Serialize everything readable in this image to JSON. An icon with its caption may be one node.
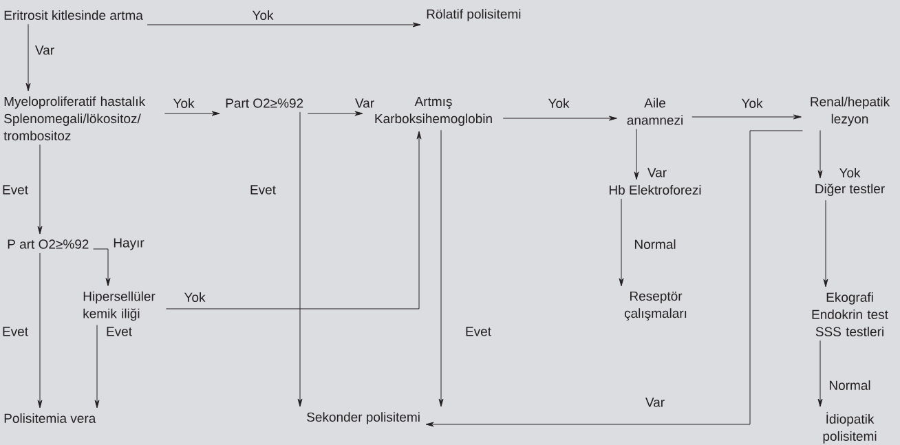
{
  "diagram": {
    "nodes": [
      {
        "text": [
          "Eritrosit kitlesinde artma"
        ]
      },
      {
        "text": [
          "Rölatif polisitemi"
        ]
      },
      {
        "text": [
          "Myeloproliferatif hastalık Splenomegali/lökositoz/ trombositoz"
        ]
      },
      {
        "text": [
          "Part O2≥%92"
        ]
      },
      {
        "text": [
          "Artmış Karboksihemoglobin"
        ]
      },
      {
        "text": [
          "Aile anamnezi"
        ]
      },
      {
        "text": [
          "Renal/hepatik lezyon"
        ]
      },
      {
        "text": [
          "Hb Elektroforezi"
        ]
      },
      {
        "text": [
          "Diğer testler"
        ]
      },
      {
        "text": [
          "P art O2≥%92"
        ]
      },
      {
        "text": [
          "Hipersellüler kemik iliği"
        ]
      },
      {
        "text": [
          "Reseptör çalışmaları"
        ]
      },
      {
        "text": [
          "Ekografi Endokrin test SSS testleri"
        ]
      },
      {
        "text": [
          "Polisitemia vera"
        ]
      },
      {
        "text": [
          "Sekonder polisitemi"
        ]
      },
      {
        "text": [
          "İdiopatik polisitemi"
        ]
      }
    ],
    "edges": [
      {
        "from": 0,
        "to": 1,
        "arrow": "to",
        "label": "Yok"
      },
      {
        "from": 0,
        "to": 2,
        "arrow": "to",
        "label": "Var"
      },
      {
        "from": 2,
        "to": 3,
        "arrow": "to",
        "label": "Yok"
      },
      {
        "from": 3,
        "to": 4,
        "arrow": "to",
        "label": "Var"
      },
      {
        "from": 3,
        "to": 14,
        "arrow": "to",
        "label": "Evet"
      },
      {
        "from": 2,
        "to": 9,
        "arrow": "to",
        "label": "Evet"
      },
      {
        "from": 9,
        "to": 13,
        "arrow": "to",
        "label": "Evet"
      },
      {
        "from": 9,
        "to": 10,
        "arrow": "to",
        "label": "Hayır"
      },
      {
        "from": 10,
        "to": 13,
        "arrow": "to",
        "label": "Evet"
      },
      {
        "from": 10,
        "to": 4,
        "arrow": "to",
        "label": "Yok"
      },
      {
        "from": 4,
        "to": 14,
        "arrow": "to",
        "label": "Evet"
      },
      {
        "from": 4,
        "to": 5,
        "arrow": "to",
        "label": "Yok"
      },
      {
        "from": 5,
        "to": 7,
        "arrow": "to",
        "label": "Var"
      },
      {
        "from": 7,
        "to": 11,
        "arrow": "to",
        "label": "Normal"
      },
      {
        "from": 5,
        "to": 6,
        "arrow": "to",
        "label": "Yok"
      },
      {
        "from": 6,
        "to": 14,
        "arrow": "to",
        "label": "Var"
      },
      {
        "from": 6,
        "to": 8,
        "arrow": "to",
        "label": "Yok"
      },
      {
        "from": 8,
        "to": 12,
        "arrow": "to"
      },
      {
        "from": 12,
        "to": 15,
        "arrow": "to",
        "label": "Normal"
      }
    ]
  }
}
